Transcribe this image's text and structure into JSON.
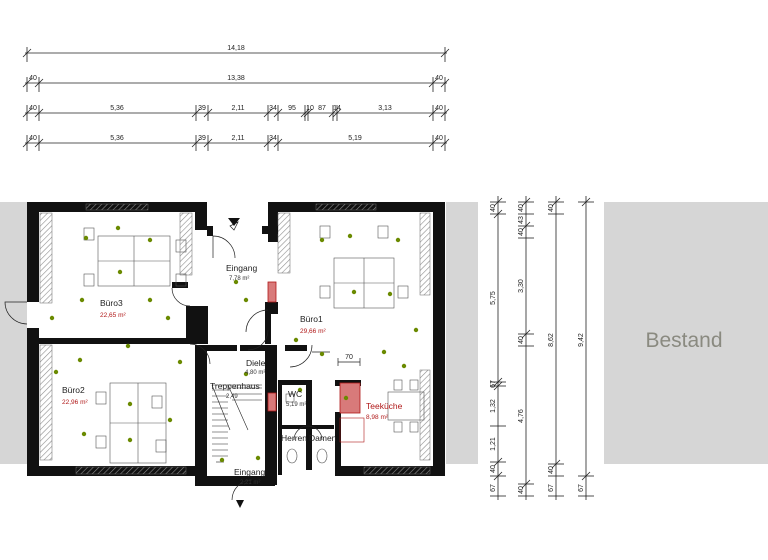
{
  "colors": {
    "wall": "#111111",
    "hatch": "#9a9a9a",
    "accent_red": "#b01818",
    "bestand_bg": "#d6d6d6",
    "bestand_text": "#8a8a80",
    "fixture": "#6a8a00"
  },
  "top_dims": {
    "row1": [
      "14,18"
    ],
    "row2": [
      "40",
      "13,38",
      "40"
    ],
    "row3": [
      "40",
      "5,36",
      "39",
      "2,11",
      "34",
      "95",
      "10",
      "87",
      "14",
      "3,13",
      "40"
    ],
    "row4": [
      "40",
      "5,36",
      "39",
      "2,11",
      "34",
      "5,19",
      "40"
    ]
  },
  "rooms": {
    "buero3": {
      "name": "Büro3",
      "area": "22,65 m²"
    },
    "buero2": {
      "name": "Büro2",
      "area": "22,96 m²"
    },
    "buero1": {
      "name": "Büro1",
      "area": "29,66 m²"
    },
    "eingang": {
      "name": "Eingang",
      "area": "7,78 m²"
    },
    "diele": {
      "name": "Diele",
      "area": "4,80 m²"
    },
    "treppenhaus": {
      "name": "Treppenhaus",
      "area": "2,49"
    },
    "wc": {
      "name": "WC",
      "area": "5,19 m²"
    },
    "teekueche": {
      "name": "Teeküche",
      "area": "8,98 m²"
    },
    "herren": {
      "name": "Herren"
    },
    "damen": {
      "name": "Damen"
    },
    "eingang2": {
      "name": "Eingang",
      "area": "2,21 m²"
    }
  },
  "side_dims": {
    "col1": [
      "40",
      "5,75",
      "67",
      "1,32",
      "1,21",
      "40",
      "67"
    ],
    "col2": [
      "40",
      "43",
      "40",
      "3,30",
      "40",
      "4,76",
      "40"
    ],
    "col3": [
      "40",
      "8,62",
      "40",
      "67"
    ],
    "col4": [
      "9,42",
      "67"
    ]
  },
  "inner_dim": "70",
  "bestand": "Bestand"
}
